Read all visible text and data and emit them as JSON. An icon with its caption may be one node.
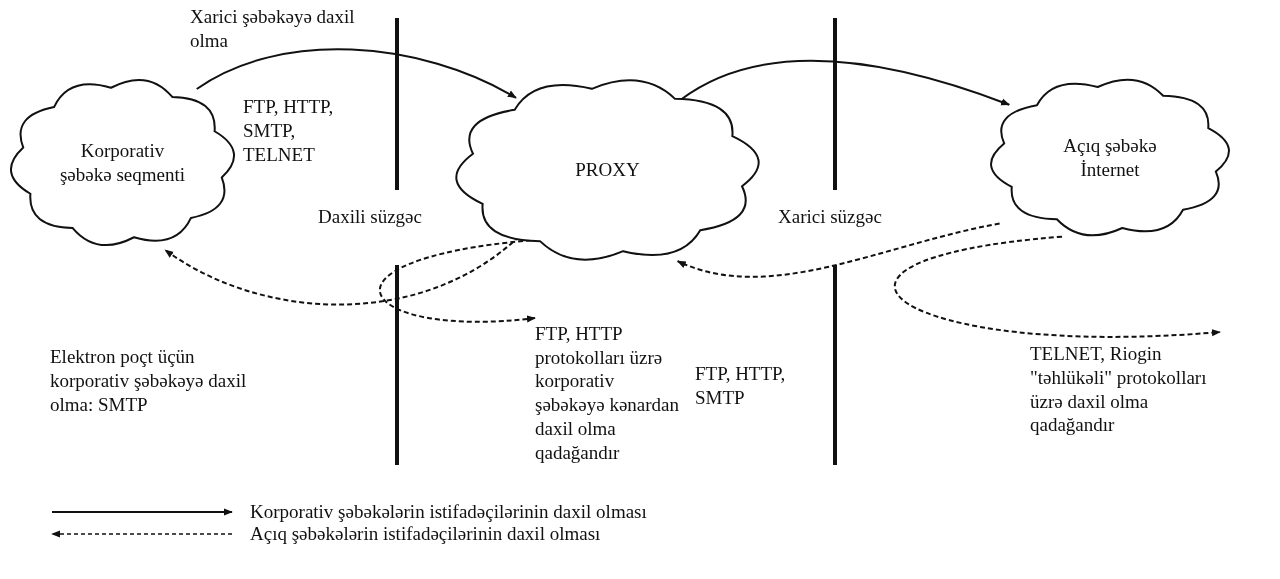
{
  "diagram": {
    "nodes": [
      {
        "text": [
          "Korporativ şəbəkə seqmenti"
        ]
      },
      {
        "text": [
          "PROXY"
        ]
      },
      {
        "text": [
          "Açıq şəbəkə İnternet"
        ]
      },
      {
        "text": [
          "FTP, HTTP protokolları üzrə korporativ şəbəkəyə kənardan daxil olma qadağandır"
        ]
      },
      {
        "text": [
          "TELNET, Riogin \"təhlükəli\" protokolları üzrə daxil olma qadağandır"
        ]
      }
    ],
    "edges": [
      {
        "from": 0,
        "to": 1,
        "arrow": "to"
      },
      {
        "from": 1,
        "to": 2,
        "arrow": "to"
      },
      {
        "from": 1,
        "to": 0,
        "arrow": "to",
        "style": "dashed"
      },
      {
        "from": 1,
        "to": 3,
        "arrow": "to",
        "style": "dashed"
      },
      {
        "from": 2,
        "to": 1,
        "arrow": "to",
        "style": "dashed"
      },
      {
        "from": 2,
        "to": 4,
        "arrow": "to",
        "style": "dashed"
      }
    ],
    "labels": [
      "Xarici şəbəkəyə daxil olma",
      "FTP, HTTP, SMTP, TELNET",
      "Daxili süzgəc",
      "Xarici süzgəc",
      "Elektron poçt üçün korporativ şəbəkəyə daxil olma: SMTP",
      "FTP, HTTP, SMTP"
    ],
    "legend": [
      {
        "text": "Korporativ şəbəkələrin istifadəçilərinin daxil olması"
      },
      {
        "text": "Açıq şəbəkələrin istifadəçilərinin daxil olması"
      }
    ]
  }
}
